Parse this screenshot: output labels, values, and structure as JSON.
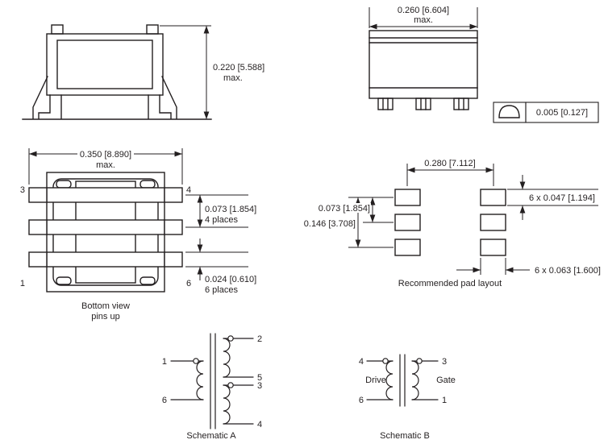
{
  "colors": {
    "line": "#231f20",
    "background": "#ffffff"
  },
  "side_view": {
    "height_dim": "0.220 [5.588]",
    "height_note": "max."
  },
  "front_view": {
    "width_dim": "0.260 [6.604]",
    "width_note": "max.",
    "standoff_dim": "0.005 [0.127]"
  },
  "bottom_view": {
    "width_dim": "0.350 [8.890]",
    "width_note": "max.",
    "pitch_dim": "0.073 [1.854]",
    "pitch_note": "4 places",
    "lead_dim": "0.024 [0.610]",
    "lead_note": "6 places",
    "caption_line1": "Bottom view",
    "caption_line2": "pins up",
    "pins": {
      "top_left": "3",
      "top_right": "4",
      "bottom_left": "1",
      "bottom_right": "6"
    }
  },
  "pad_layout": {
    "span_dim": "0.280 [7.112]",
    "pitch_dim": "0.073 [1.854]",
    "total_dim": "0.146 [3.708]",
    "pad_height_dim": "6 x 0.047 [1.194]",
    "pad_width_dim": "6 x 0.063 [1.600]",
    "caption": "Recommended pad layout"
  },
  "schematic_a": {
    "caption": "Schematic A",
    "pin1": "1",
    "pin2": "2",
    "pin3": "3",
    "pin4": "4",
    "pin5": "5",
    "pin6": "6"
  },
  "schematic_b": {
    "caption": "Schematic B",
    "pin4": "4",
    "pin6": "6",
    "pin3": "3",
    "pin1": "1",
    "left_label": "Drive",
    "right_label": "Gate"
  }
}
